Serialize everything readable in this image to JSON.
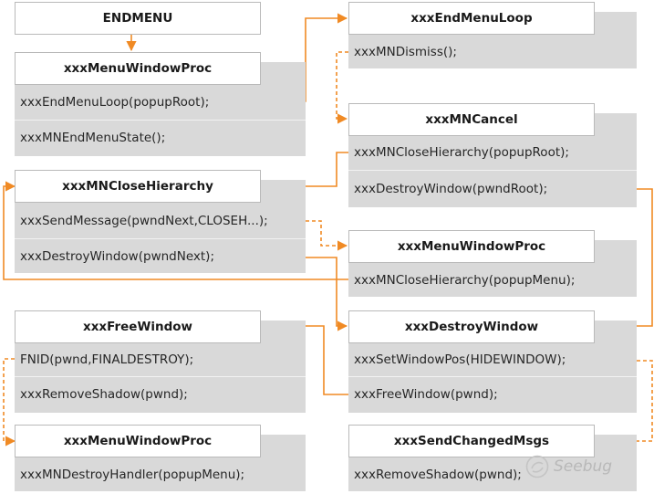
{
  "accent": "#f08a24",
  "boxes": {
    "endmenu": {
      "title": "ENDMENU"
    },
    "menu_window_proc_1": {
      "title": "xxxMenuWindowProc",
      "rows": [
        "xxxEndMenuLoop(popupRoot);",
        "xxxMNEndMenuState();"
      ]
    },
    "close_hierarchy_left": {
      "title": "xxxMNCloseHierarchy",
      "rows": [
        "xxxSendMessage(pwndNext,CLOSEH...);",
        "xxxDestroyWindow(pwndNext);"
      ]
    },
    "free_window": {
      "title": "xxxFreeWindow",
      "rows": [
        "FNID(pwnd,FINALDESTROY);",
        "xxxRemoveShadow(pwnd);"
      ]
    },
    "menu_window_proc_3": {
      "title": "xxxMenuWindowProc",
      "rows": [
        "xxxMNDestroyHandler(popupMenu);"
      ]
    },
    "end_menu_loop": {
      "title": "xxxEndMenuLoop",
      "rows": [
        "xxxMNDismiss();"
      ]
    },
    "mn_cancel": {
      "title": "xxxMNCancel",
      "rows": [
        "xxxMNCloseHierarchy(popupRoot);",
        "xxxDestroyWindow(pwndRoot);"
      ]
    },
    "menu_window_proc_2": {
      "title": "xxxMenuWindowProc",
      "rows": [
        "xxxMNCloseHierarchy(popupMenu);"
      ]
    },
    "destroy_window": {
      "title": "xxxDestroyWindow",
      "rows": [
        "xxxSetWindowPos(HIDEWINDOW);",
        "xxxFreeWindow(pwnd);"
      ]
    },
    "send_changed_msgs": {
      "title": "xxxSendChangedMsgs",
      "rows": [
        "xxxRemoveShadow(pwnd);"
      ]
    }
  },
  "watermark": {
    "icon": "seebug-logo-icon",
    "text": "Seebug"
  }
}
